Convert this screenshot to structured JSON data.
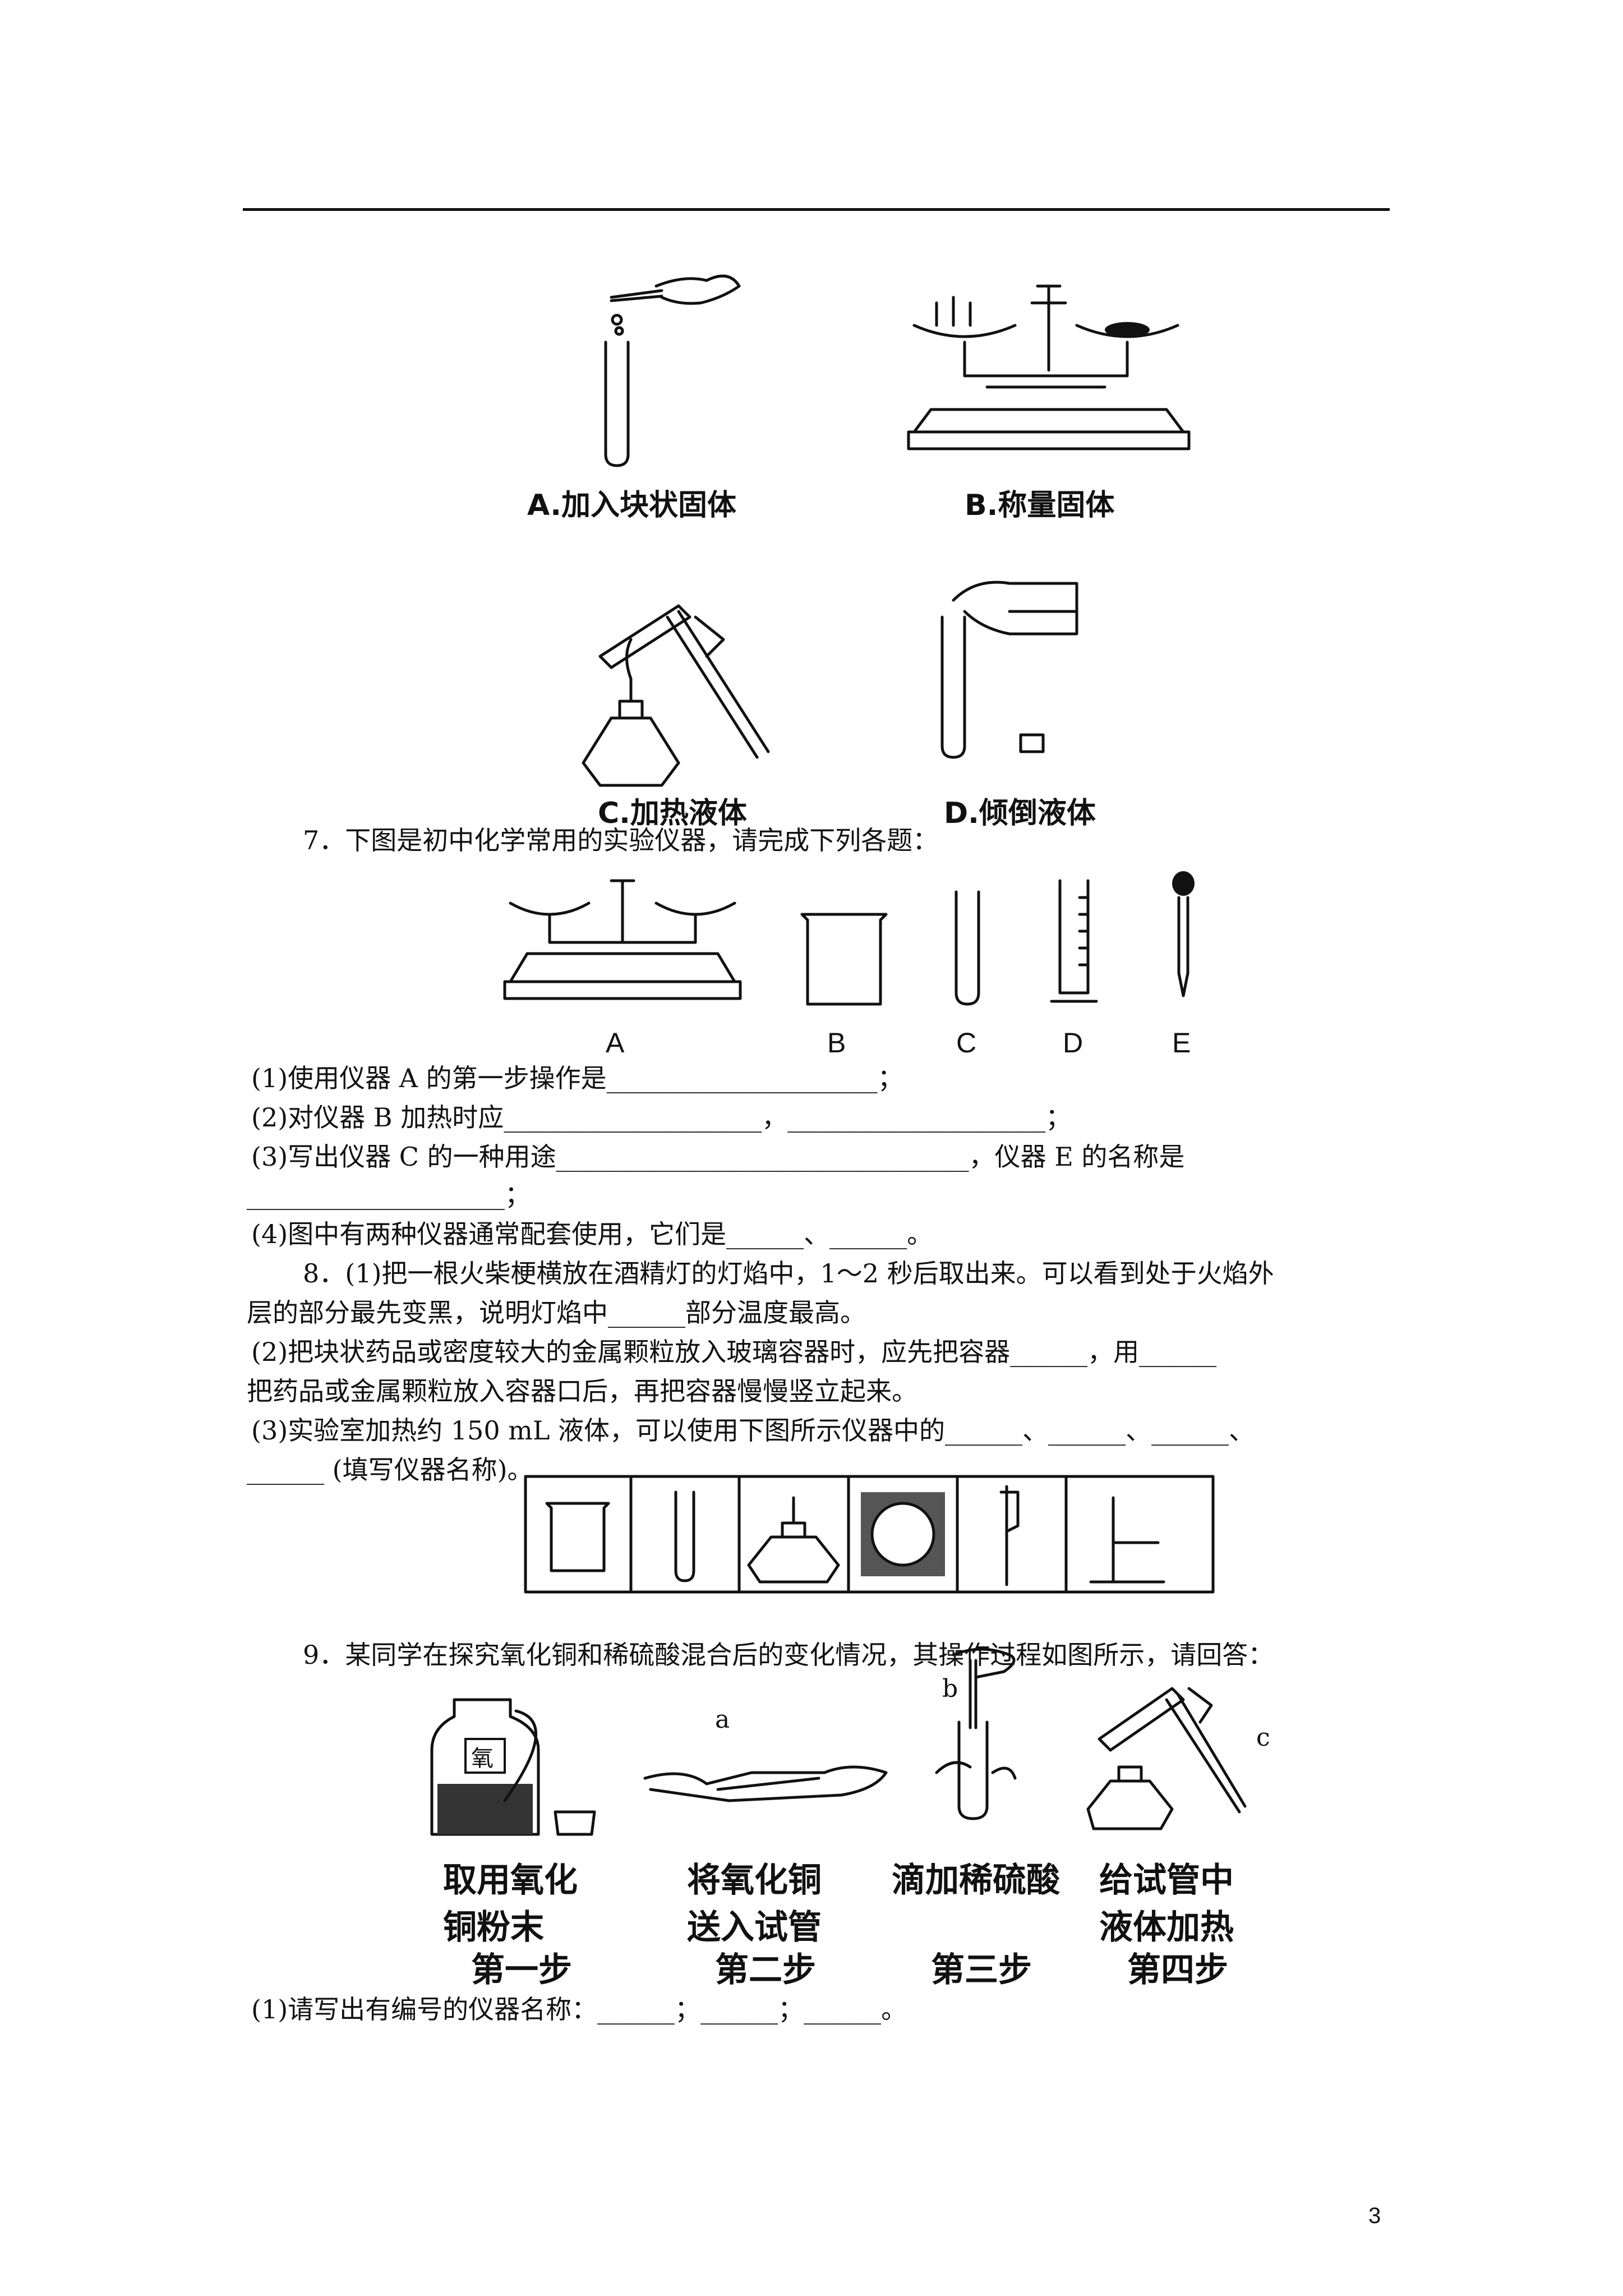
{
  "fig6": {
    "a": "A.加入块状固体",
    "b": "B.称量固体",
    "c": "C.加热液体",
    "d": "D.倾倒液体"
  },
  "q7": {
    "intro": "7．下图是初中化学常用的实验仪器，请完成下列各题：",
    "labels": [
      "A",
      "B",
      "C",
      "D",
      "E"
    ],
    "p1": "(1)使用仪器 A 的第一步操作是_____________________；",
    "p2": "(2)对仪器 B 加热时应____________________，____________________；",
    "p3a": "(3)写出仪器 C 的一种用途________________________________，仪器 E 的名称是",
    "p3b": "____________________；",
    "p4": "(4)图中有两种仪器通常配套使用，它们是______、______。"
  },
  "q8": {
    "p1a": "8．(1)把一根火柴梗横放在酒精灯的灯焰中，1～2 秒后取出来。可以看到处于火焰外",
    "p1b": "层的部分最先变黑，说明灯焰中______部分温度最高。",
    "p2a": "(2)把块状药品或密度较大的金属颗粒放入玻璃容器时，应先把容器______，用______",
    "p2b": "把药品或金属颗粒放入容器口后，再把容器慢慢竖立起来。",
    "p3a": "(3)实验室加热约 150 mL 液体，可以使用下图所示仪器中的______、______、______、",
    "p3b": "______ (填写仪器名称)。"
  },
  "q9": {
    "intro": "9．某同学在探究氧化铜和稀硫酸混合后的变化情况，其操作过程如图所示，请回答：",
    "label_a": "a",
    "label_b": "b",
    "label_c": "c",
    "jar_char": "氧",
    "step1": [
      "取用氧化",
      "铜粉末",
      "第一步"
    ],
    "step2": [
      "将氧化铜",
      "送入试管",
      "第二步"
    ],
    "step3": [
      "滴加稀硫酸",
      "",
      "第三步"
    ],
    "step4": [
      "给试管中",
      "液体加热",
      "第四步"
    ],
    "p1": "(1)请写出有编号的仪器名称：______；______；______。"
  },
  "page_number": "3"
}
